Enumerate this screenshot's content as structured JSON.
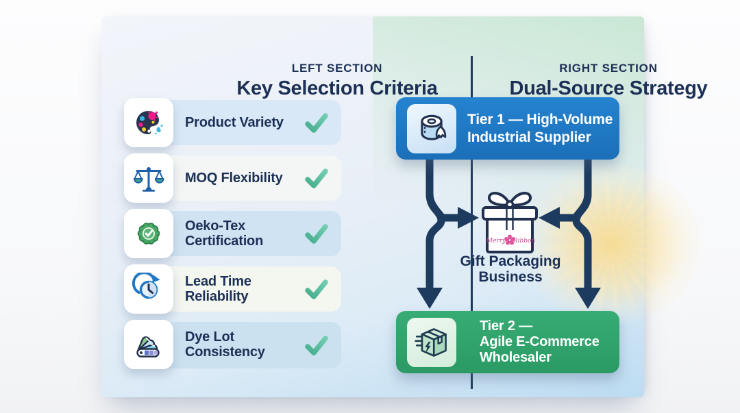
{
  "left_section": {
    "eyebrow": "LEFT SECTION",
    "title": "Key Selection Criteria",
    "items": [
      {
        "label": "Product Variety",
        "icon": "palette-icon"
      },
      {
        "label": "MOQ Flexibility",
        "icon": "balance-scale-icon"
      },
      {
        "label": "Oeko-Tex Certification",
        "icon": "certified-badge-icon"
      },
      {
        "label": "Lead Time Reliability",
        "icon": "clock-icon"
      },
      {
        "label": "Dye Lot Consistency",
        "icon": "color-swatch-icon"
      }
    ],
    "check_icon": "checkmark-icon"
  },
  "right_section": {
    "eyebrow": "RIGHT SECTION",
    "title": "Dual-Source Strategy",
    "tier1": {
      "lines": {
        "0": "Tier 1 — High-Volume",
        "1": "Industrial Supplier"
      },
      "icon": "ribbon-roll-icon",
      "color": "#1e78c2"
    },
    "center": {
      "lines": {
        "0": "Gift Packaging",
        "1": "Business"
      },
      "icon": "gift-box-icon",
      "logo": {
        "left": "Merry",
        "right": "Ribbon"
      }
    },
    "tier2": {
      "lines": {
        "0": "Tier 2 —",
        "1": "Agile E-Commerce",
        "2": "Wholesaler"
      },
      "icon": "shipping-box-icon",
      "color": "#2fa76d"
    }
  },
  "colors": {
    "heading_navy": "#1c3055",
    "arrow_navy": "#1d3a5f",
    "checkmark_teal": "#55c1a0",
    "tier1_blue": "#1e78c2",
    "tier2_green": "#2fa76d",
    "glow_gold": "#f8db91"
  }
}
